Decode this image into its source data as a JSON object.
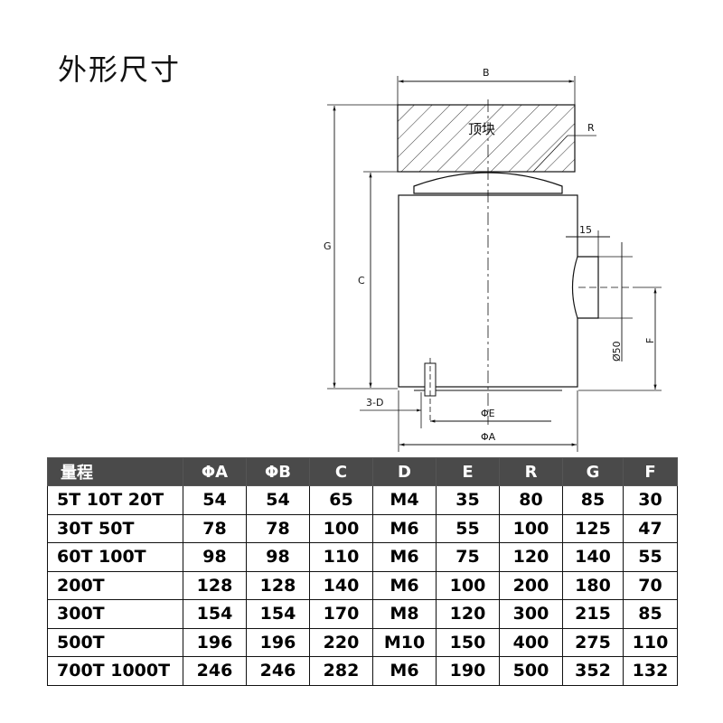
{
  "title": "外形尺寸",
  "drawing": {
    "labels": {
      "B": "B",
      "R": "R",
      "G": "G",
      "C": "C",
      "dim15": "15",
      "dia50": "Ø50",
      "F": "F",
      "threeD": "3-D",
      "phiE": "ΦE",
      "phiA": "ΦA"
    },
    "top_block_label": "顶块"
  },
  "table": {
    "headers": [
      "量程",
      "ΦA",
      "ΦB",
      "C",
      "D",
      "E",
      "R",
      "G",
      "F"
    ],
    "rows": [
      [
        "5T 10T 20T",
        "54",
        "54",
        "65",
        "M4",
        "35",
        "80",
        "85",
        "30"
      ],
      [
        "30T 50T",
        "78",
        "78",
        "100",
        "M6",
        "55",
        "100",
        "125",
        "47"
      ],
      [
        "60T 100T",
        "98",
        "98",
        "110",
        "M6",
        "75",
        "120",
        "140",
        "55"
      ],
      [
        "200T",
        "128",
        "128",
        "140",
        "M6",
        "100",
        "200",
        "180",
        "70"
      ],
      [
        "300T",
        "154",
        "154",
        "170",
        "M8",
        "120",
        "300",
        "215",
        "85"
      ],
      [
        "500T",
        "196",
        "196",
        "220",
        "M10",
        "150",
        "400",
        "275",
        "110"
      ],
      [
        "700T 1000T",
        "246",
        "246",
        "282",
        "M6",
        "190",
        "500",
        "352",
        "132"
      ]
    ]
  }
}
